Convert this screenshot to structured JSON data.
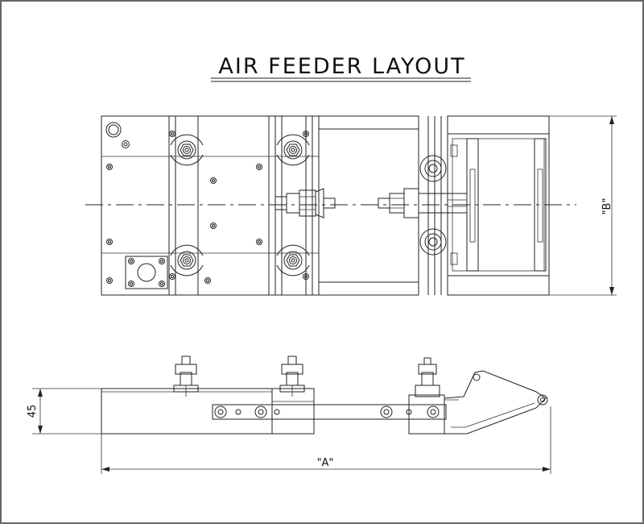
{
  "drawing": {
    "title": "AIR FEEDER LAYOUT",
    "dim_a": "\"A\"",
    "dim_b": "\"B\"",
    "dim_height": "45"
  }
}
